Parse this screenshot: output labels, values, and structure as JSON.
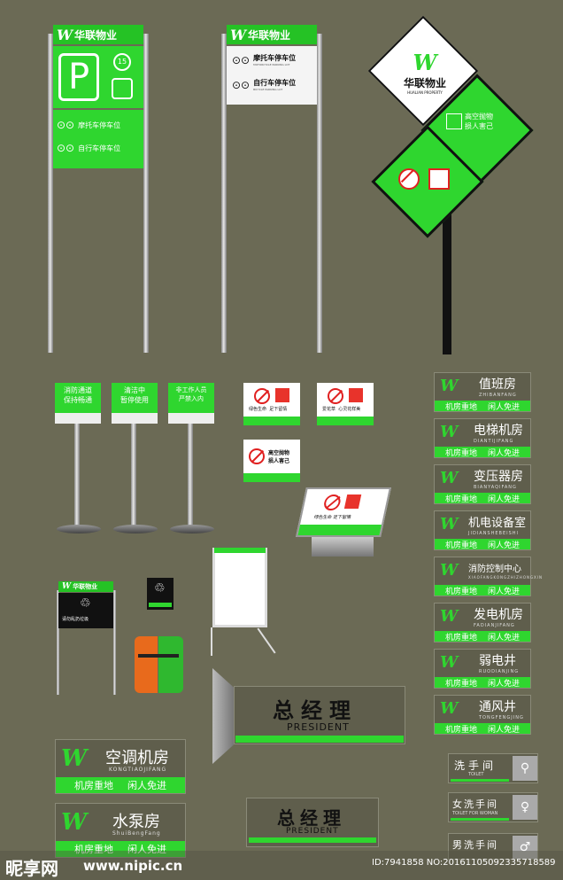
{
  "brand": {
    "name_cn": "华联物业",
    "name_en": "HUALIAN PROPERTY",
    "logo_mark": "W"
  },
  "parking_sign_green": {
    "p_letter": "P",
    "rule_15": "15",
    "motor_label": "摩托车停车位",
    "bike_label": "自行车停车位"
  },
  "parking_sign_white": {
    "motor_label": "摩托车停车位",
    "motor_en": "MOTORCYCLE PARKING LOT",
    "bike_label": "自行车停车位",
    "bike_en": "BICYCLE PARKING LOT"
  },
  "diamond_sign": {
    "warning_line1": "高空抛物",
    "warning_line2": "损人害己"
  },
  "stand_signs": [
    {
      "line1": "消防通道",
      "line2": "保持畅通"
    },
    {
      "line1": "清洁中",
      "line2": "暂停使用"
    },
    {
      "line1": "非工作人员",
      "line2": "严禁入内"
    }
  ],
  "lawn_signs": [
    {
      "caption1": "绿色生命",
      "caption2": "足下留情"
    },
    {
      "caption1": "爱花草",
      "caption2": "心灵花样美"
    }
  ],
  "throw_sign": {
    "line1": "高空抛物",
    "line2": "损人害己"
  },
  "kiosk_sign": {
    "caption": "绿色生命 足下留情"
  },
  "trash_sign": {
    "caption": "请勿乱扔垃圾"
  },
  "rooms_small": [
    {
      "title": "值班房",
      "pinyin": "ZHIBANFANG"
    },
    {
      "title": "电梯机房",
      "pinyin": "DIANTIJIFANG"
    },
    {
      "title": "变压器房",
      "pinyin": "BIANYAQIFANG"
    },
    {
      "title": "机电设备室",
      "pinyin": "JIDIANSHEBEISHI"
    },
    {
      "title": "消防控制中心",
      "pinyin": "XIAOFANGKONGZHIZHONGXIN"
    },
    {
      "title": "发电机房",
      "pinyin": "FADIANJIFANG"
    },
    {
      "title": "弱电井",
      "pinyin": "RUODIANJING"
    },
    {
      "title": "通风井",
      "pinyin": "TONGFENGJING"
    }
  ],
  "room_warning": {
    "left": "机房重地",
    "right": "闲人免进"
  },
  "rooms_large": [
    {
      "title": "空调机房",
      "pinyin": "KONGTIAOJIFANG"
    },
    {
      "title": "水泵房",
      "pinyin": "ShuiBengFang"
    }
  ],
  "manager_plate": {
    "title": "总经理",
    "subtitle": "PRESIDENT"
  },
  "toilets": [
    {
      "label": "洗手间",
      "en": "TOILET",
      "icon": "unisex-icon"
    },
    {
      "label": "女洗手间",
      "en": "TOILET FOR WOMAN",
      "icon": "woman-icon"
    },
    {
      "label": "男洗手间",
      "en": "",
      "icon": "man-icon"
    }
  ],
  "watermark": {
    "site_cn": "昵享网",
    "site_url": "www.nipic.cn",
    "id_text": "ID:7941858 NO:20161105092335718589"
  },
  "colors": {
    "background": "#6b6a55",
    "brand_green": "#2fd62f",
    "dark_green": "#1fae1f"
  }
}
